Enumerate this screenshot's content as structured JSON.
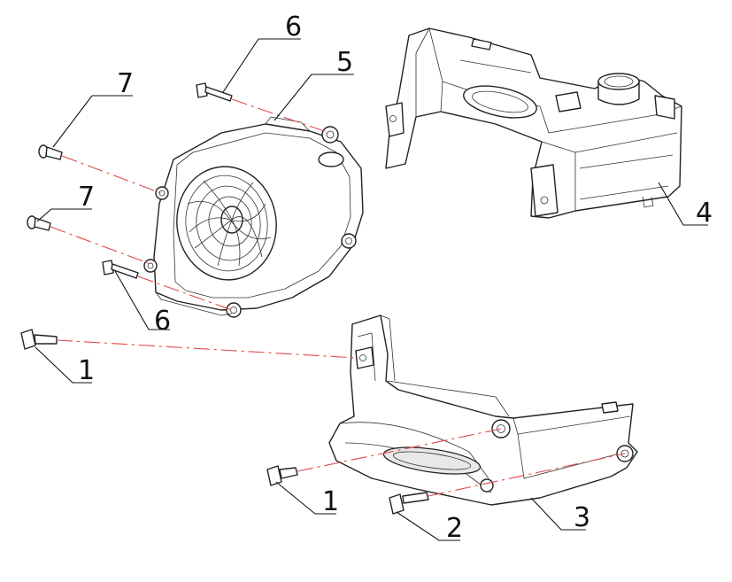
{
  "callouts": [
    {
      "id": "c6a",
      "label": "6"
    },
    {
      "id": "c5",
      "label": "5"
    },
    {
      "id": "c7a",
      "label": "7"
    },
    {
      "id": "c7b",
      "label": "7"
    },
    {
      "id": "c6b",
      "label": "6"
    },
    {
      "id": "c4",
      "label": "4"
    },
    {
      "id": "c1a",
      "label": "1"
    },
    {
      "id": "c1b",
      "label": "1"
    },
    {
      "id": "c2",
      "label": "2"
    },
    {
      "id": "c3",
      "label": "3"
    }
  ],
  "colors": {
    "line": "#222222",
    "assembly_line": "#e04a4a",
    "background": "#ffffff"
  }
}
